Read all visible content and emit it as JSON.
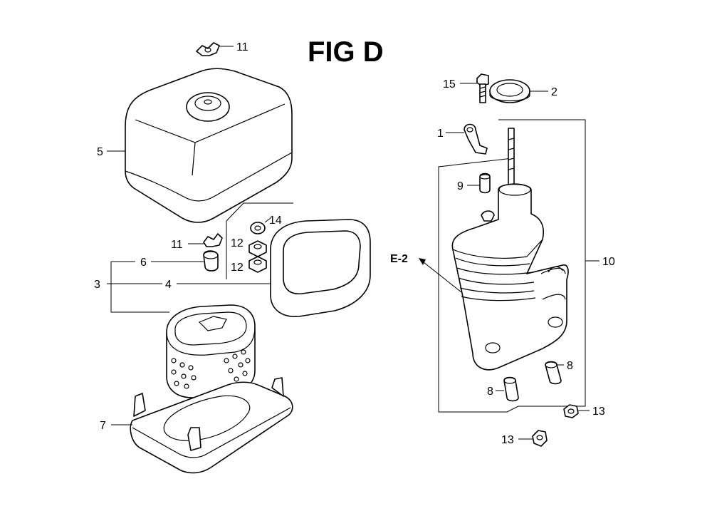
{
  "title": "FIG D",
  "reference": "E-2",
  "callouts": [
    {
      "id": "c11a",
      "text": "11"
    },
    {
      "id": "c5",
      "text": "5"
    },
    {
      "id": "c11b",
      "text": "11"
    },
    {
      "id": "c14",
      "text": "14"
    },
    {
      "id": "c12a",
      "text": "12"
    },
    {
      "id": "c12b",
      "text": "12"
    },
    {
      "id": "c6",
      "text": "6"
    },
    {
      "id": "c3",
      "text": "3"
    },
    {
      "id": "c4",
      "text": "4"
    },
    {
      "id": "c7",
      "text": "7"
    },
    {
      "id": "c15",
      "text": "15"
    },
    {
      "id": "c2",
      "text": "2"
    },
    {
      "id": "c1",
      "text": "1"
    },
    {
      "id": "c9",
      "text": "9"
    },
    {
      "id": "c10",
      "text": "10"
    },
    {
      "id": "c8a",
      "text": "8"
    },
    {
      "id": "c8b",
      "text": "8"
    },
    {
      "id": "c13a",
      "text": "13"
    },
    {
      "id": "c13b",
      "text": "13"
    }
  ]
}
